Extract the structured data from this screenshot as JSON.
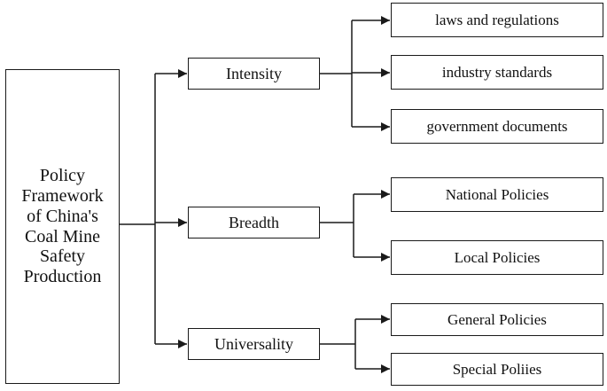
{
  "root": {
    "label": "Policy\nFramework\nof China's\nCoal Mine\nSafety\nProduction"
  },
  "branches": [
    {
      "label": "Intensity",
      "children": [
        "laws and regulations",
        "industry standards",
        "government documents"
      ]
    },
    {
      "label": "Breadth",
      "children": [
        "National Policies",
        "Local Policies"
      ]
    },
    {
      "label": "Universality",
      "children": [
        "General Policies",
        "Special Poliies"
      ]
    }
  ],
  "colors": {
    "line": "#1a1a1a",
    "text": "#111111",
    "background": "#ffffff"
  }
}
